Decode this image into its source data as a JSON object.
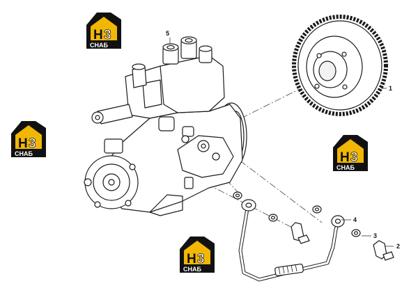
{
  "callouts": {
    "gear": "1",
    "bolt": "2",
    "washer": "3",
    "pipe": "4",
    "valve": "5"
  },
  "watermark": {
    "letter": "H",
    "digit": "3",
    "word": "CHAБ",
    "accent_color": "#f2b705",
    "dark_color": "#111111"
  },
  "colors": {
    "line": "#1a1a1a",
    "leader": "#333333",
    "background": "#ffffff"
  }
}
